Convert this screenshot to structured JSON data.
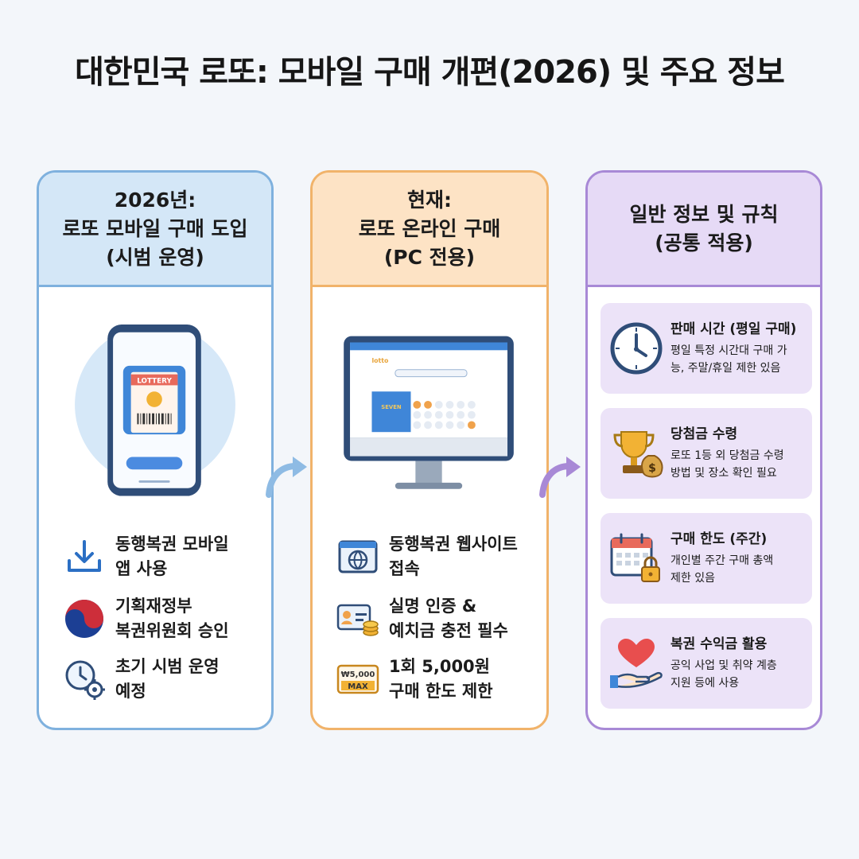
{
  "title": "대한민국 로또: 모바일 구매 개편(2026) 및 주요 정보",
  "card1": {
    "heading": "2026년:\n로또 모바일 구매 도입\n(시범 운영)",
    "heading_lines": [
      "2026년:",
      "로또 모바일 구매 도입",
      "(시범 운영)"
    ],
    "ticket_label": "LOTTERY",
    "features": [
      {
        "icon": "download-icon",
        "text": "동행복권 모바일\n앱 사용"
      },
      {
        "icon": "taegeuk-icon",
        "text": "기획재정부\n복권위원회 승인"
      },
      {
        "icon": "clock-gear-icon",
        "text": "초기 시범 운영\n예정"
      }
    ]
  },
  "card2": {
    "heading_lines": [
      "현재:",
      "로또 온라인 구매",
      "(PC 전용)"
    ],
    "site_logo": "lotto",
    "banner_text": "SEVEN",
    "features": [
      {
        "icon": "globe-window-icon",
        "text": "동행복권 웹사이트\n접속"
      },
      {
        "icon": "id-card-coins-icon",
        "text": "실명 인증 &\n예치금 충전 필수"
      },
      {
        "icon": "limit-tag-icon",
        "text": "1회 5,000원\n구매 한도 제한"
      }
    ],
    "limit_tag": {
      "amount": "₩5,000",
      "max": "MAX"
    }
  },
  "card3": {
    "heading_lines": [
      "일반 정보 및 규칙",
      "(공통 적용)"
    ],
    "items": [
      {
        "icon": "clock-icon",
        "title": "판매 시간 (평일 구매)",
        "desc": "평일 특정 시간대 구매 가\n능, 주말/휴일 제한 있음"
      },
      {
        "icon": "trophy-money-icon",
        "title": "당첨금 수령",
        "desc": "로또 1등 외 당첨금 수령\n방법 및 장소 확인 필요"
      },
      {
        "icon": "calendar-lock-icon",
        "title": "구매 한도 (주간)",
        "desc": "개인별 주간 구매 총액\n제한 있음"
      },
      {
        "icon": "heart-hand-icon",
        "title": "복권 수익금 활용",
        "desc": "공익 사업 및 취약 계층\n지원 등에 사용"
      }
    ]
  },
  "colors": {
    "blue": "#7fb1de",
    "orange": "#f1b36a",
    "purple": "#a889d6"
  }
}
